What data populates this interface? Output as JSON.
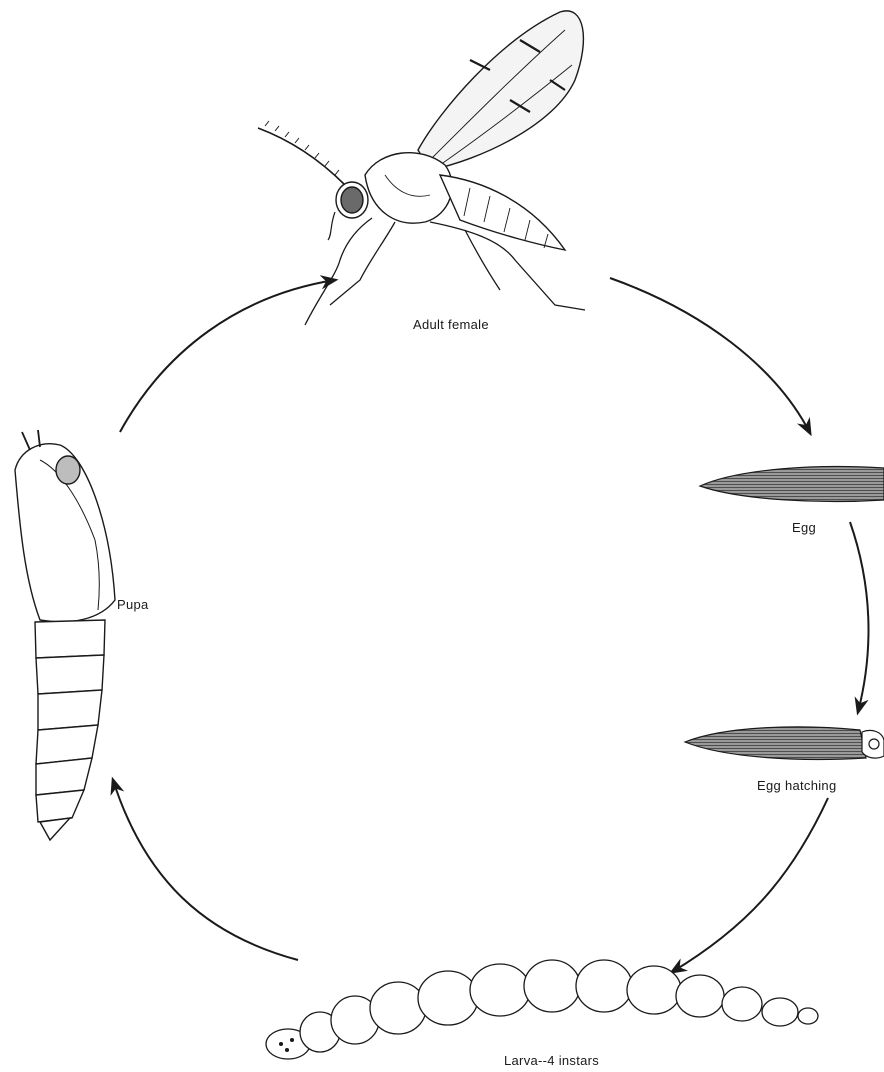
{
  "labels": {
    "adult": "Adult female",
    "egg": "Egg",
    "hatching": "Egg hatching",
    "larva": "Larva--4 instars",
    "pupa": "Pupa"
  },
  "colors": {
    "ink": "#1a1a1a",
    "paper": "#ffffff",
    "egg_fill": "#8a8a8a"
  }
}
